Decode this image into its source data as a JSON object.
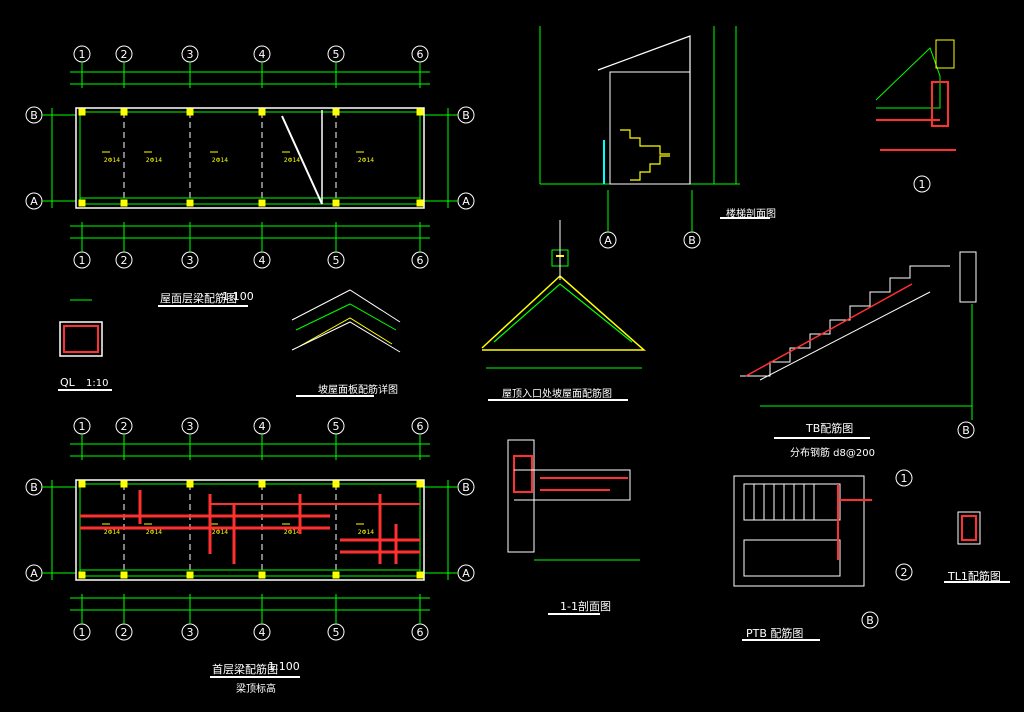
{
  "colors": {
    "background": "#000000",
    "axis": "#ffffff",
    "dim": "#00ff00",
    "rebar": "#ff3030",
    "note": "#ffff00",
    "wall": "#ffffff",
    "fill": "#2a7a2a",
    "cyan": "#00ffff",
    "magenta": "#ff00ff"
  },
  "plan_axes": [
    "1",
    "2",
    "3",
    "4",
    "5",
    "6"
  ],
  "plan_rows": [
    "B",
    "A"
  ],
  "stair_axes": [
    "A",
    "B"
  ],
  "ptb_axes": [
    "1",
    "2",
    "B"
  ],
  "tb_axis": "B",
  "detail_mark": "1",
  "labels": {
    "plan_top_title": "屋面层梁配筋图",
    "plan_top_scale": "1:100",
    "section_title": "楼梯剖面图",
    "roof_detail_title": "屋顶入口处坡屋面配筋图",
    "corner_title": "坡屋面板配筋详图",
    "ql_title": "QL",
    "ql_scale": "1:10",
    "tb_title": "TB配筋图",
    "tb_note": "分布钢筋 d8@200",
    "plan_bottom_title": "首层梁配筋图",
    "plan_bottom_scale": "1:100",
    "plan_bottom_sub": "梁顶标高",
    "s11_title": "1-1剖面图",
    "ptb_title": "PTB 配筋图",
    "tl_title": "TL1配筋图"
  }
}
